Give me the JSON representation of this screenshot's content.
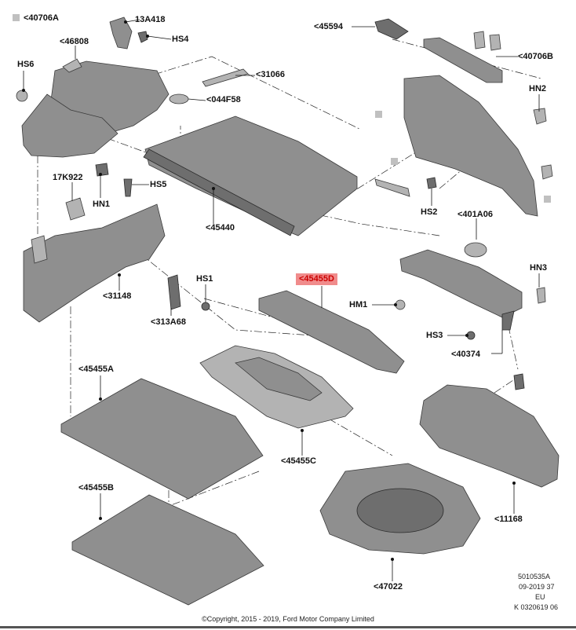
{
  "labels": {
    "l40706A_top": "<40706A",
    "l13A418": "13A418",
    "l45594": "<45594",
    "l46808": "<46808",
    "lHS4": "HS4",
    "l40706B": "<40706B",
    "lHS6": "HS6",
    "l31066": "<31066",
    "lHN2": "HN2",
    "l044F58": "<044F58",
    "l17K922": "17K922",
    "lHS5": "HS5",
    "lHN1": "HN1",
    "lHS2": "HS2",
    "l401A06": "<401A06",
    "l45440": "<45440",
    "lHN3": "HN3",
    "l45455D": "<45455D",
    "lHS1": "HS1",
    "lHM1": "HM1",
    "l31148": "<31148",
    "l313A68": "<313A68",
    "lHS3": "HS3",
    "l40374": "<40374",
    "l45455A": "<45455A",
    "l45455C": "<45455C",
    "l45455B": "<45455B",
    "l11168": "<11168",
    "l47022": "<47022"
  },
  "meta": {
    "code": "5010535A",
    "date": "09-2019 37",
    "region": "EU",
    "ref": "K 0320619 06"
  },
  "copyright": "©Copyright, 2015 - 2019, Ford Motor Company Limited",
  "colors": {
    "highlight": "#f08c8c",
    "part_fill": "#8f8f8f"
  }
}
